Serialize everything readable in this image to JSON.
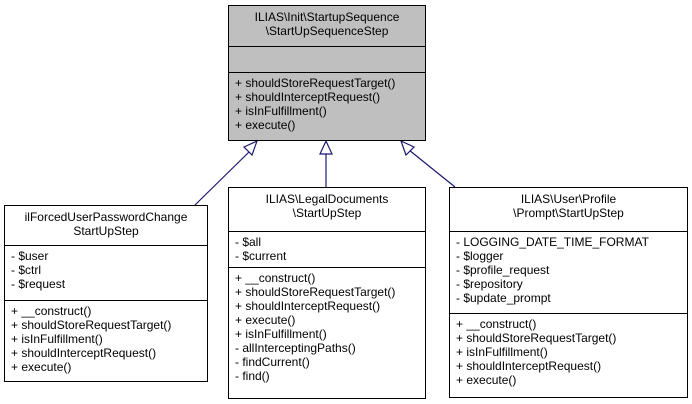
{
  "colors": {
    "edge": "#191970",
    "base_fill": "#bfbfbf"
  },
  "base_class": {
    "title": [
      "ILIAS\\Init\\StartupSequence",
      "\\StartUpSequenceStep"
    ],
    "attributes": [],
    "methods": [
      "+ shouldStoreRequestTarget()",
      "+ shouldInterceptRequest()",
      "+ isInFulfillment()",
      "+ execute()"
    ]
  },
  "derived_classes": [
    {
      "title": [
        "ilForcedUserPasswordChange",
        "StartUpStep"
      ],
      "attributes": [
        "- $user",
        "- $ctrl",
        "- $request"
      ],
      "methods": [
        "+ __construct()",
        "+ shouldStoreRequestTarget()",
        "+ isInFulfillment()",
        "+ shouldInterceptRequest()",
        "+ execute()"
      ]
    },
    {
      "title": [
        "ILIAS\\LegalDocuments",
        "\\StartUpStep"
      ],
      "attributes": [
        "- $all",
        "- $current"
      ],
      "methods": [
        "+ __construct()",
        "+ shouldStoreRequestTarget()",
        "+ shouldInterceptRequest()",
        "+ execute()",
        "+ isInFulfillment()",
        "- allInterceptingPaths()",
        "- findCurrent()",
        "- find()"
      ]
    },
    {
      "title": [
        "ILIAS\\User\\Profile",
        "\\Prompt\\StartUpStep"
      ],
      "attributes": [
        "- LOGGING_DATE_TIME_FORMAT",
        "- $logger",
        "- $profile_request",
        "- $repository",
        "- $update_prompt"
      ],
      "methods": [
        "+ __construct()",
        "+ shouldStoreRequestTarget()",
        "+ isInFulfillment()",
        "+ shouldInterceptRequest()",
        "+ execute()"
      ]
    }
  ]
}
